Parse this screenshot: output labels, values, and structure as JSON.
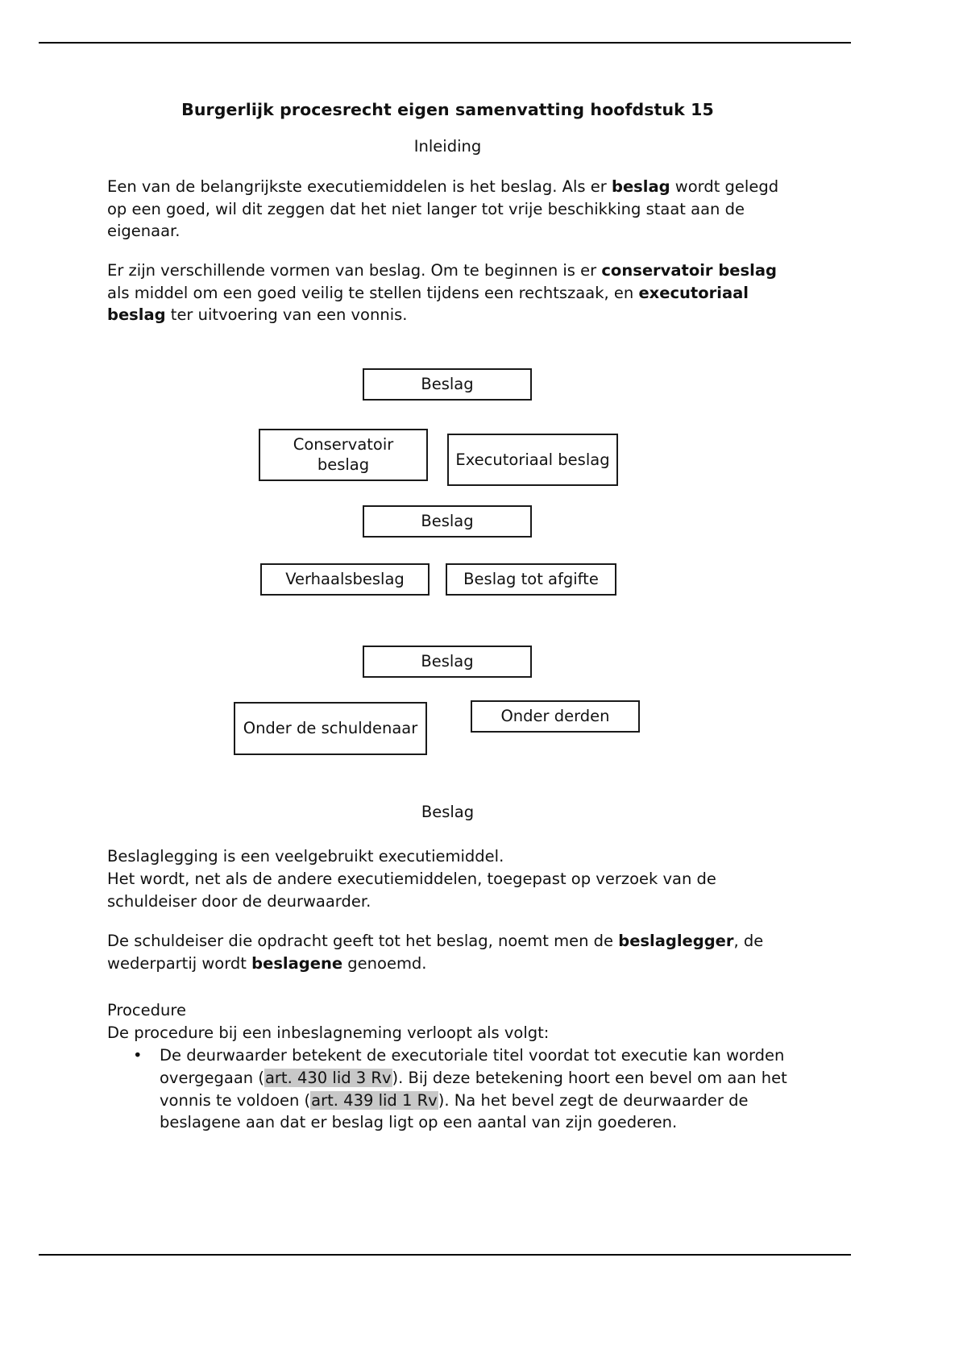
{
  "document": {
    "title": "Burgerlijk procesrecht eigen samenvatting hoofdstuk 15",
    "subheading": "Inleiding",
    "intro_paragraph_1": {
      "part1": "Een van de belangrijkste executiemiddelen is het beslag. Als er ",
      "bold1": "beslag",
      "part2": " wordt gelegd op een goed, wil dit zeggen dat het niet langer tot vrije beschikking staat aan de eigenaar."
    },
    "intro_paragraph_2": {
      "part1": "Er zijn verschillende vormen van beslag. Om te beginnen is er ",
      "bold1": "conservatoir beslag",
      "part2": " als middel om een goed veilig te stellen tijdens een rechtszaak, en ",
      "bold2": "executoriaal beslag",
      "part3": " ter uitvoering van een vonnis."
    },
    "section_heading": "Beslag",
    "beslag_paragraph_1": {
      "line1": "Beslaglegging is een veelgebruikt executiemiddel.",
      "line2": "Het wordt, net als de andere executiemiddelen, toegepast op verzoek van de",
      "line3": "schuldeiser door de deurwaarder."
    },
    "beslag_paragraph_2": {
      "part1": "De schuldeiser die opdracht geeft tot het beslag, noemt men de ",
      "bold1": "beslaglegger",
      "part2": ", de wederpartij wordt ",
      "bold2": "beslagene",
      "part3": " genoemd."
    },
    "procedure": {
      "label": "Procedure",
      "intro": "De procedure bij een inbeslagneming verloopt als volgt:",
      "bullet_glyph": "•",
      "items": [
        {
          "part1": "De deurwaarder betekent de executoriale titel voordat tot executie kan worden overgegaan (",
          "highlight1": "art. 430 lid 3 Rv",
          "part2": "). Bij deze betekening hoort een bevel om aan het vonnis te voldoen (",
          "highlight2": "art. 439 lid 1 Rv",
          "part3": "). Na het bevel zegt de deurwaarder de beslagene aan dat er beslag ligt op een aantal van zijn goederen."
        }
      ]
    }
  },
  "diagrams": [
    {
      "name": "beslag-conservatoir-executoriaal",
      "top": "Beslag",
      "left": "Conservatoir beslag",
      "right": "Executoriaal beslag"
    },
    {
      "name": "beslag-verhaals-afgifte",
      "top": "Beslag",
      "left": "Verhaalsbeslag",
      "right": "Beslag tot afgifte"
    },
    {
      "name": "beslag-schuldenaar-derden",
      "top": "Beslag",
      "left": "Onder de schuldenaar",
      "right": "Onder derden"
    }
  ],
  "colors": {
    "text": "#111111",
    "box_border": "#1a1a1a",
    "highlight": "#c8c8c8",
    "rule": "#000000",
    "page_background": "#ffffff"
  }
}
